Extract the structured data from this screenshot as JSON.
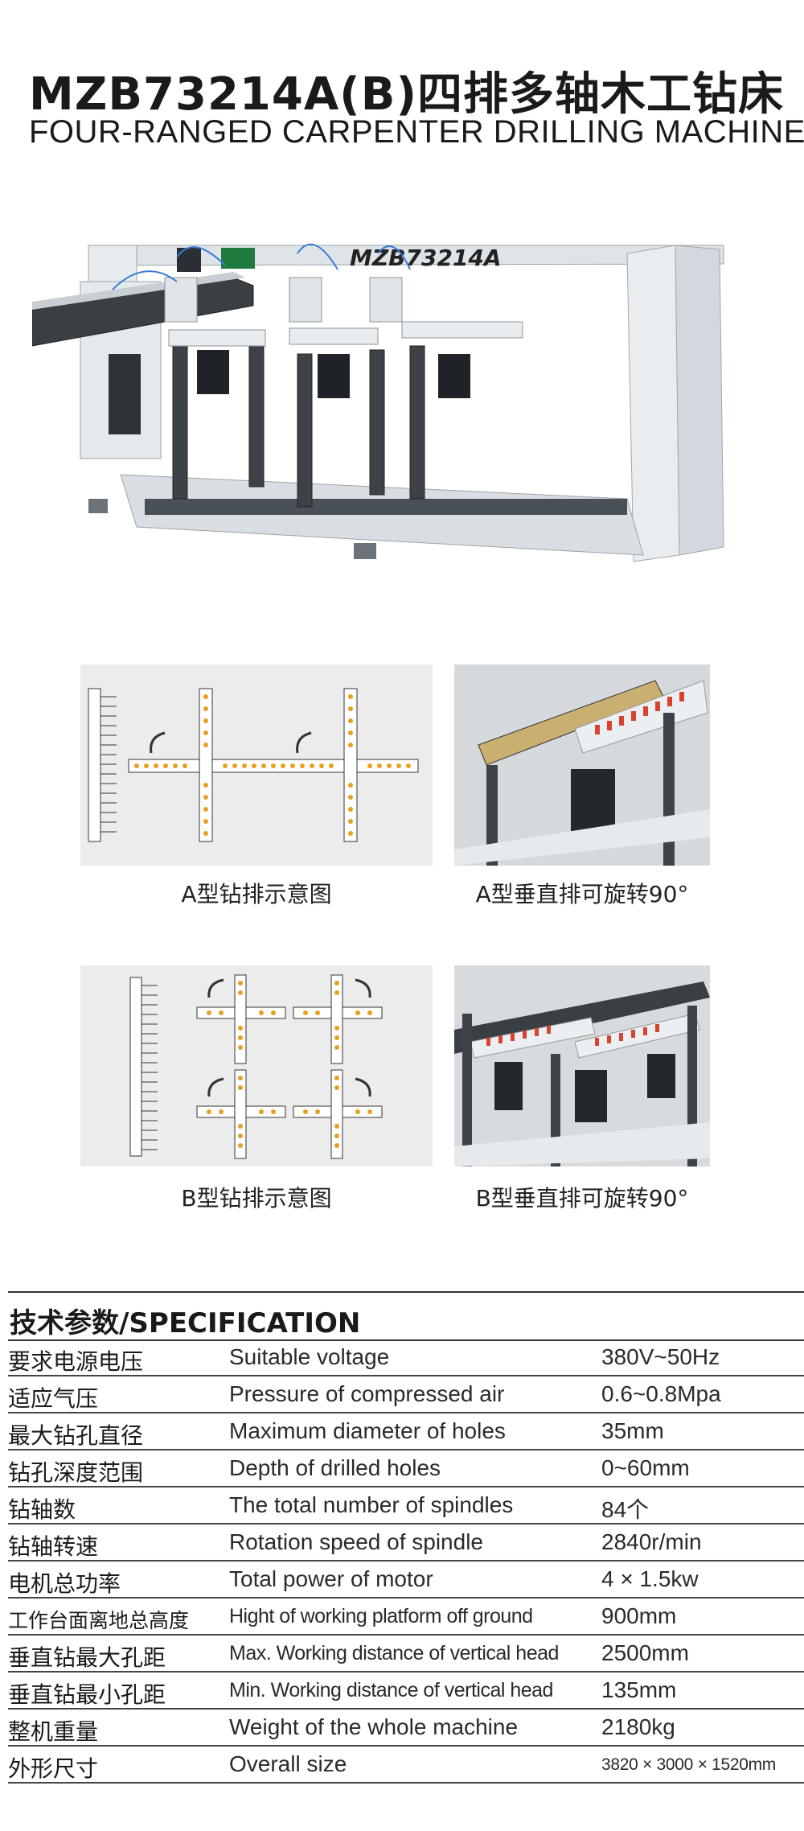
{
  "header": {
    "title": "MZB73214A(B)四排多轴木工钻床",
    "subtitle": "FOUR-RANGED CARPENTER DRILLING MACHINE"
  },
  "machine": {
    "model_plate": "MZB73214A"
  },
  "diagrams": {
    "a_scheme_caption": "A型钻排示意图",
    "a_photo_caption": "A型垂直排可旋转90°",
    "b_scheme_caption": "B型钻排示意图",
    "b_photo_caption": "B型垂直排可旋转90°"
  },
  "spec": {
    "heading": "技术参数/SPECIFICATION",
    "rows": [
      {
        "cn": "要求电源电压",
        "en": "Suitable voltage",
        "value": "380V~50Hz"
      },
      {
        "cn": "适应气压",
        "en": "Pressure of compressed air",
        "value": "0.6~0.8Mpa"
      },
      {
        "cn": "最大钻孔直径",
        "en": "Maximum diameter of holes",
        "value": "35mm"
      },
      {
        "cn": "钻孔深度范围",
        "en": "Depth of drilled holes",
        "value": "0~60mm"
      },
      {
        "cn": "钻轴数",
        "en": "The total number of spindles",
        "value": "84个"
      },
      {
        "cn": "钻轴转速",
        "en": "Rotation speed of spindle",
        "value": "2840r/min"
      },
      {
        "cn": "电机总功率",
        "en": "Total power of motor",
        "value": "4 × 1.5kw"
      },
      {
        "cn": "工作台面离地总高度",
        "en": "Hight of working platform off ground",
        "value": "900mm"
      },
      {
        "cn": "垂直钻最大孔距",
        "en": "Max. Working distance of vertical head",
        "value": "2500mm"
      },
      {
        "cn": "垂直钻最小孔距",
        "en": "Min. Working distance of vertical head",
        "value": "135mm"
      },
      {
        "cn": "整机重量",
        "en": "Weight of the whole machine",
        "value": "2180kg"
      },
      {
        "cn": "外形尺寸",
        "en": "Overall size",
        "value": "3820 × 3000 × 1520mm"
      }
    ]
  }
}
